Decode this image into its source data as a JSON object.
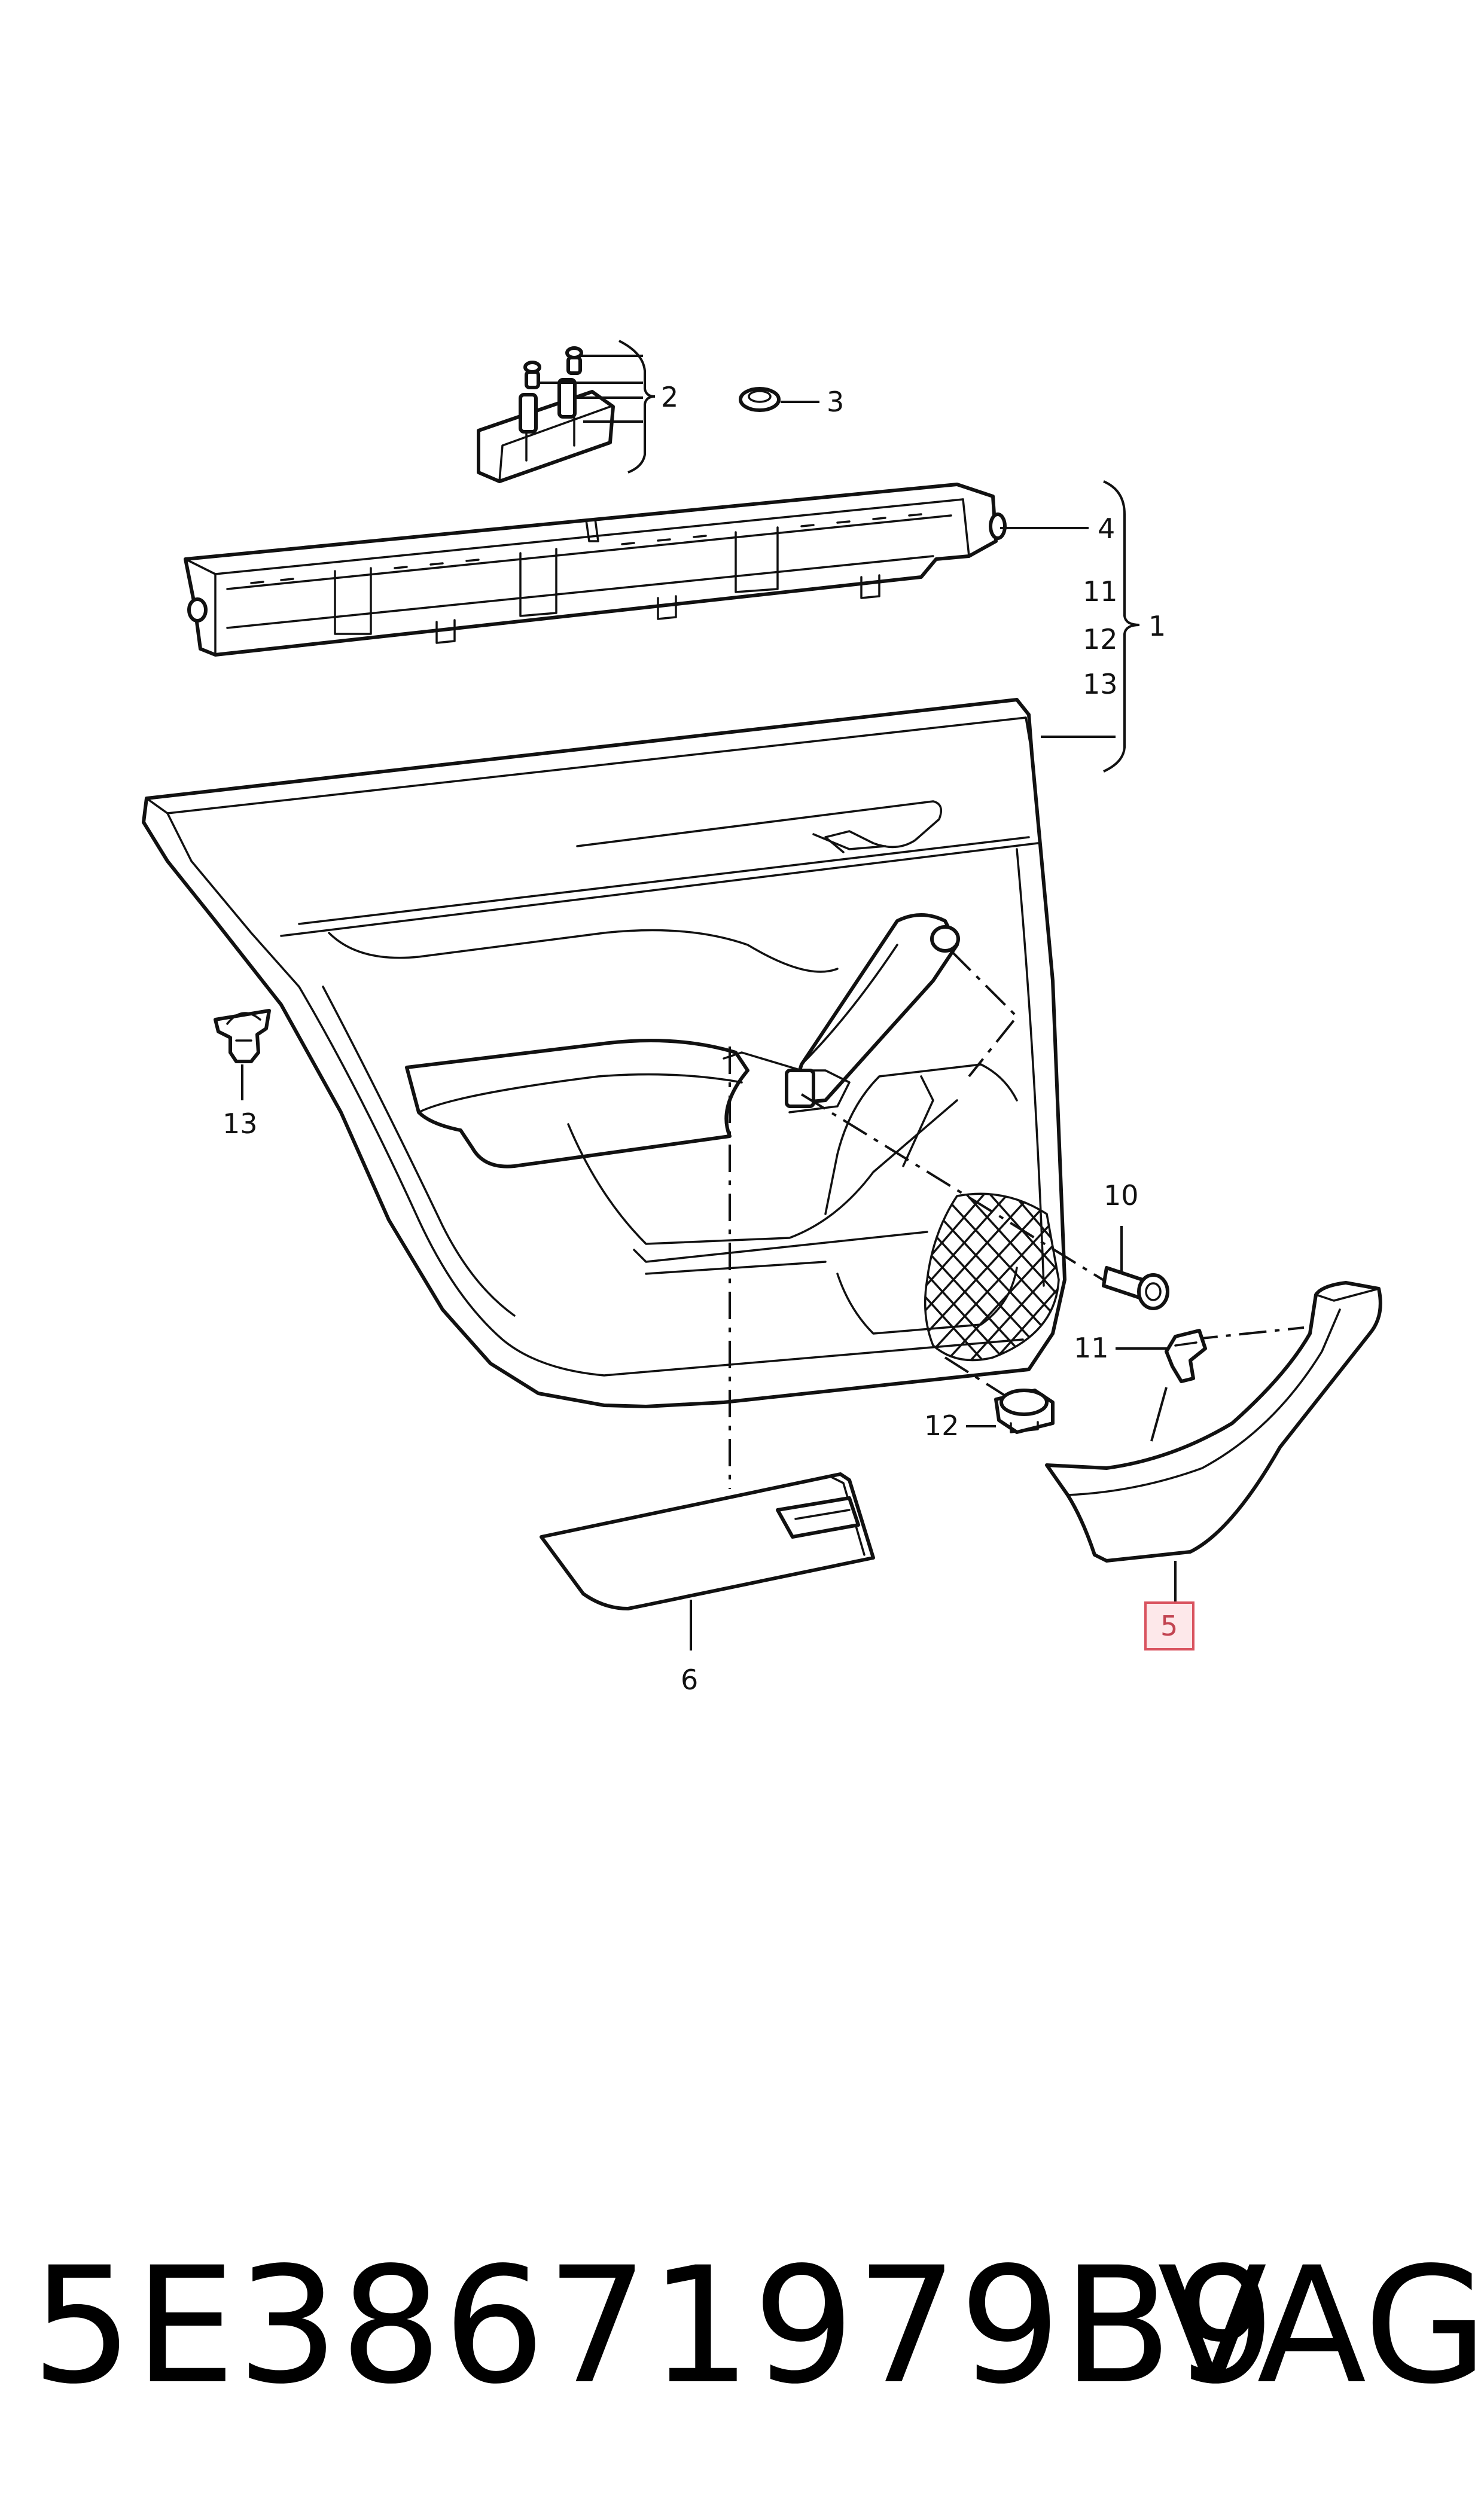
{
  "callouts": {
    "c1": "1",
    "c2": "2",
    "c3": "3",
    "c4": "4",
    "c5": "5",
    "c6": "6",
    "c10": "10",
    "c11a": "11",
    "c11b": "11",
    "c12a": "12",
    "c12b": "12",
    "c13a": "13",
    "c13b": "13"
  },
  "highlight_color": "#d9535f",
  "footer": {
    "part_number": "5E38671979B9",
    "brand": "VAG"
  }
}
